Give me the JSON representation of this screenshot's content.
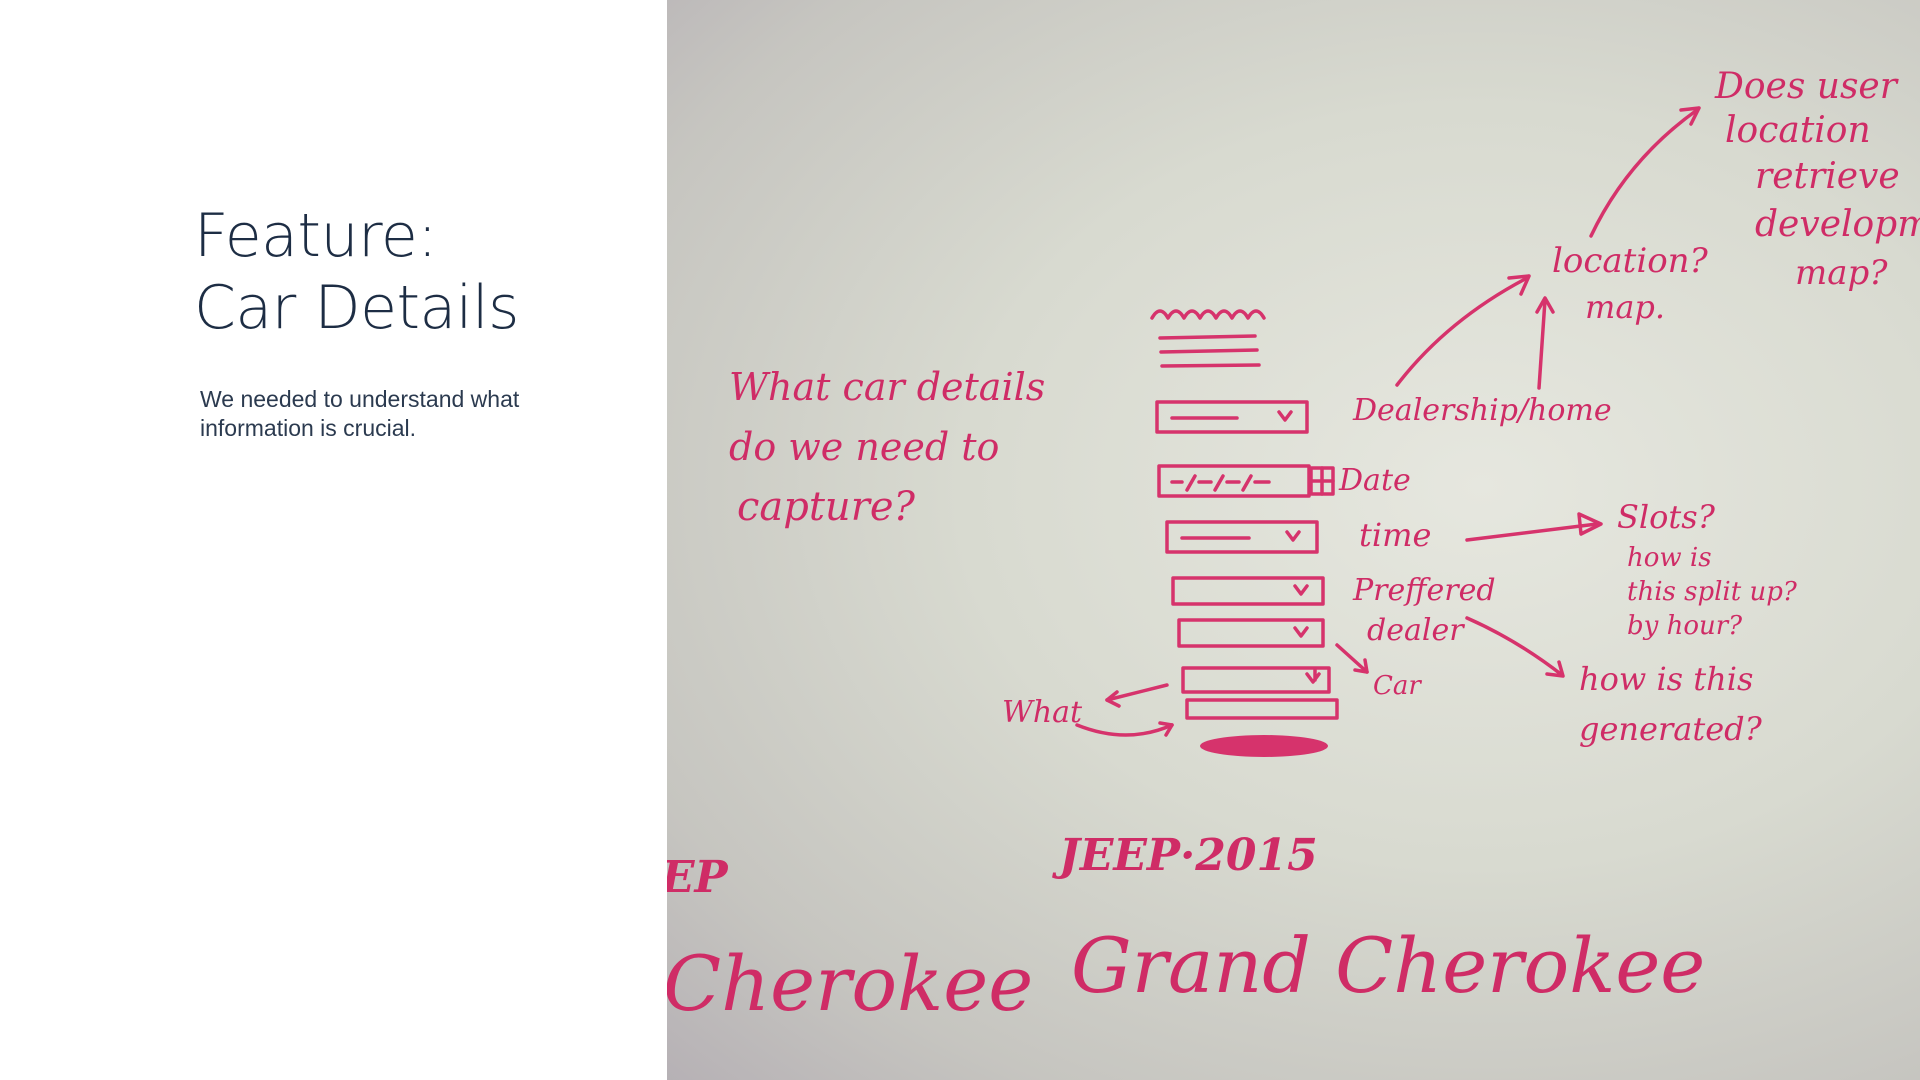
{
  "slide": {
    "title_line1": "Feature:",
    "title_line2": "Car Details",
    "description": "We needed to understand what information is crucial."
  },
  "whiteboard": {
    "question_line1": "What car details",
    "question_line2": "do we need to",
    "question_line3": "capture?",
    "label_dealership": "Dealership/home",
    "label_date": "Date",
    "label_time": "time",
    "label_preferred_line1": "Preffered",
    "label_preferred_line2": "dealer",
    "label_car": "Car",
    "label_what": "What",
    "note_location_line1": "location?",
    "note_location_line2": "map.",
    "note_top_line1": "Does user",
    "note_top_line2": "location",
    "note_top_line3": "retrieve",
    "note_top_line4": "development",
    "note_top_line5": "map?",
    "note_slots_line1": "Slots?",
    "note_slots_line2": "how is",
    "note_slots_line3": "this split up?",
    "note_slots_line4": "by hour?",
    "note_generated_line1": "how is this",
    "note_generated_line2": "generated?",
    "jeep_left_line1": "EP",
    "jeep_left_line2": "Cherokee",
    "jeep_main_line1": "JEEP·2015",
    "jeep_main_line2": "Grand Cherokee",
    "ink_color": "#d6336c"
  }
}
